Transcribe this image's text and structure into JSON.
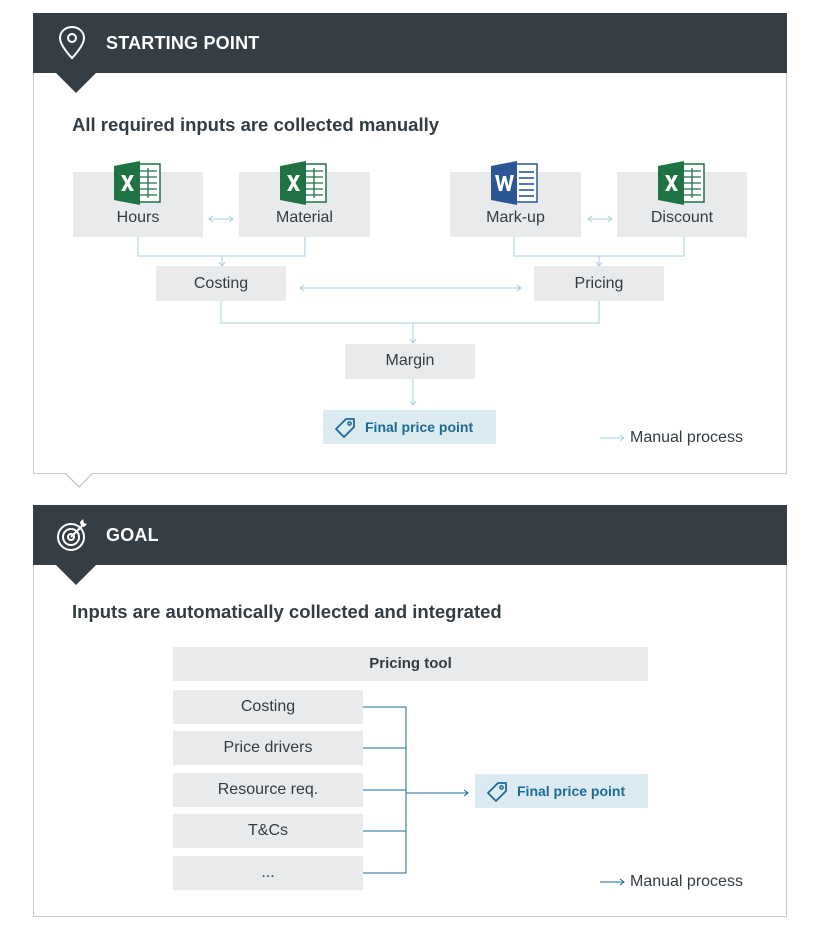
{
  "starting": {
    "title": "STARTING POINT",
    "heading": "All required inputs are collected manually",
    "inputs": [
      {
        "label": "Hours",
        "icon": "excel-icon"
      },
      {
        "label": "Material",
        "icon": "excel-icon"
      },
      {
        "label": "Mark-up",
        "icon": "word-icon"
      },
      {
        "label": "Discount",
        "icon": "excel-icon"
      }
    ],
    "costing": "Costing",
    "pricing": "Pricing",
    "margin": "Margin",
    "final": "Final price point",
    "legend": "Manual process"
  },
  "goal": {
    "title": "GOAL",
    "heading": "Inputs are automatically collected and integrated",
    "tool": "Pricing tool",
    "items": [
      "Costing",
      "Price drivers",
      "Resource req.",
      "T&Cs",
      "..."
    ],
    "final": "Final price point",
    "legend": "Manual process"
  },
  "colors": {
    "header_bg": "#353e44",
    "box_bg": "#e9eaeb",
    "final_bg": "#dcebf1",
    "final_text": "#1a6a94",
    "manual_line": "#a8cddd",
    "auto_line": "#1a6a94",
    "excel_green": "#1f7244",
    "word_blue": "#2b5797"
  }
}
